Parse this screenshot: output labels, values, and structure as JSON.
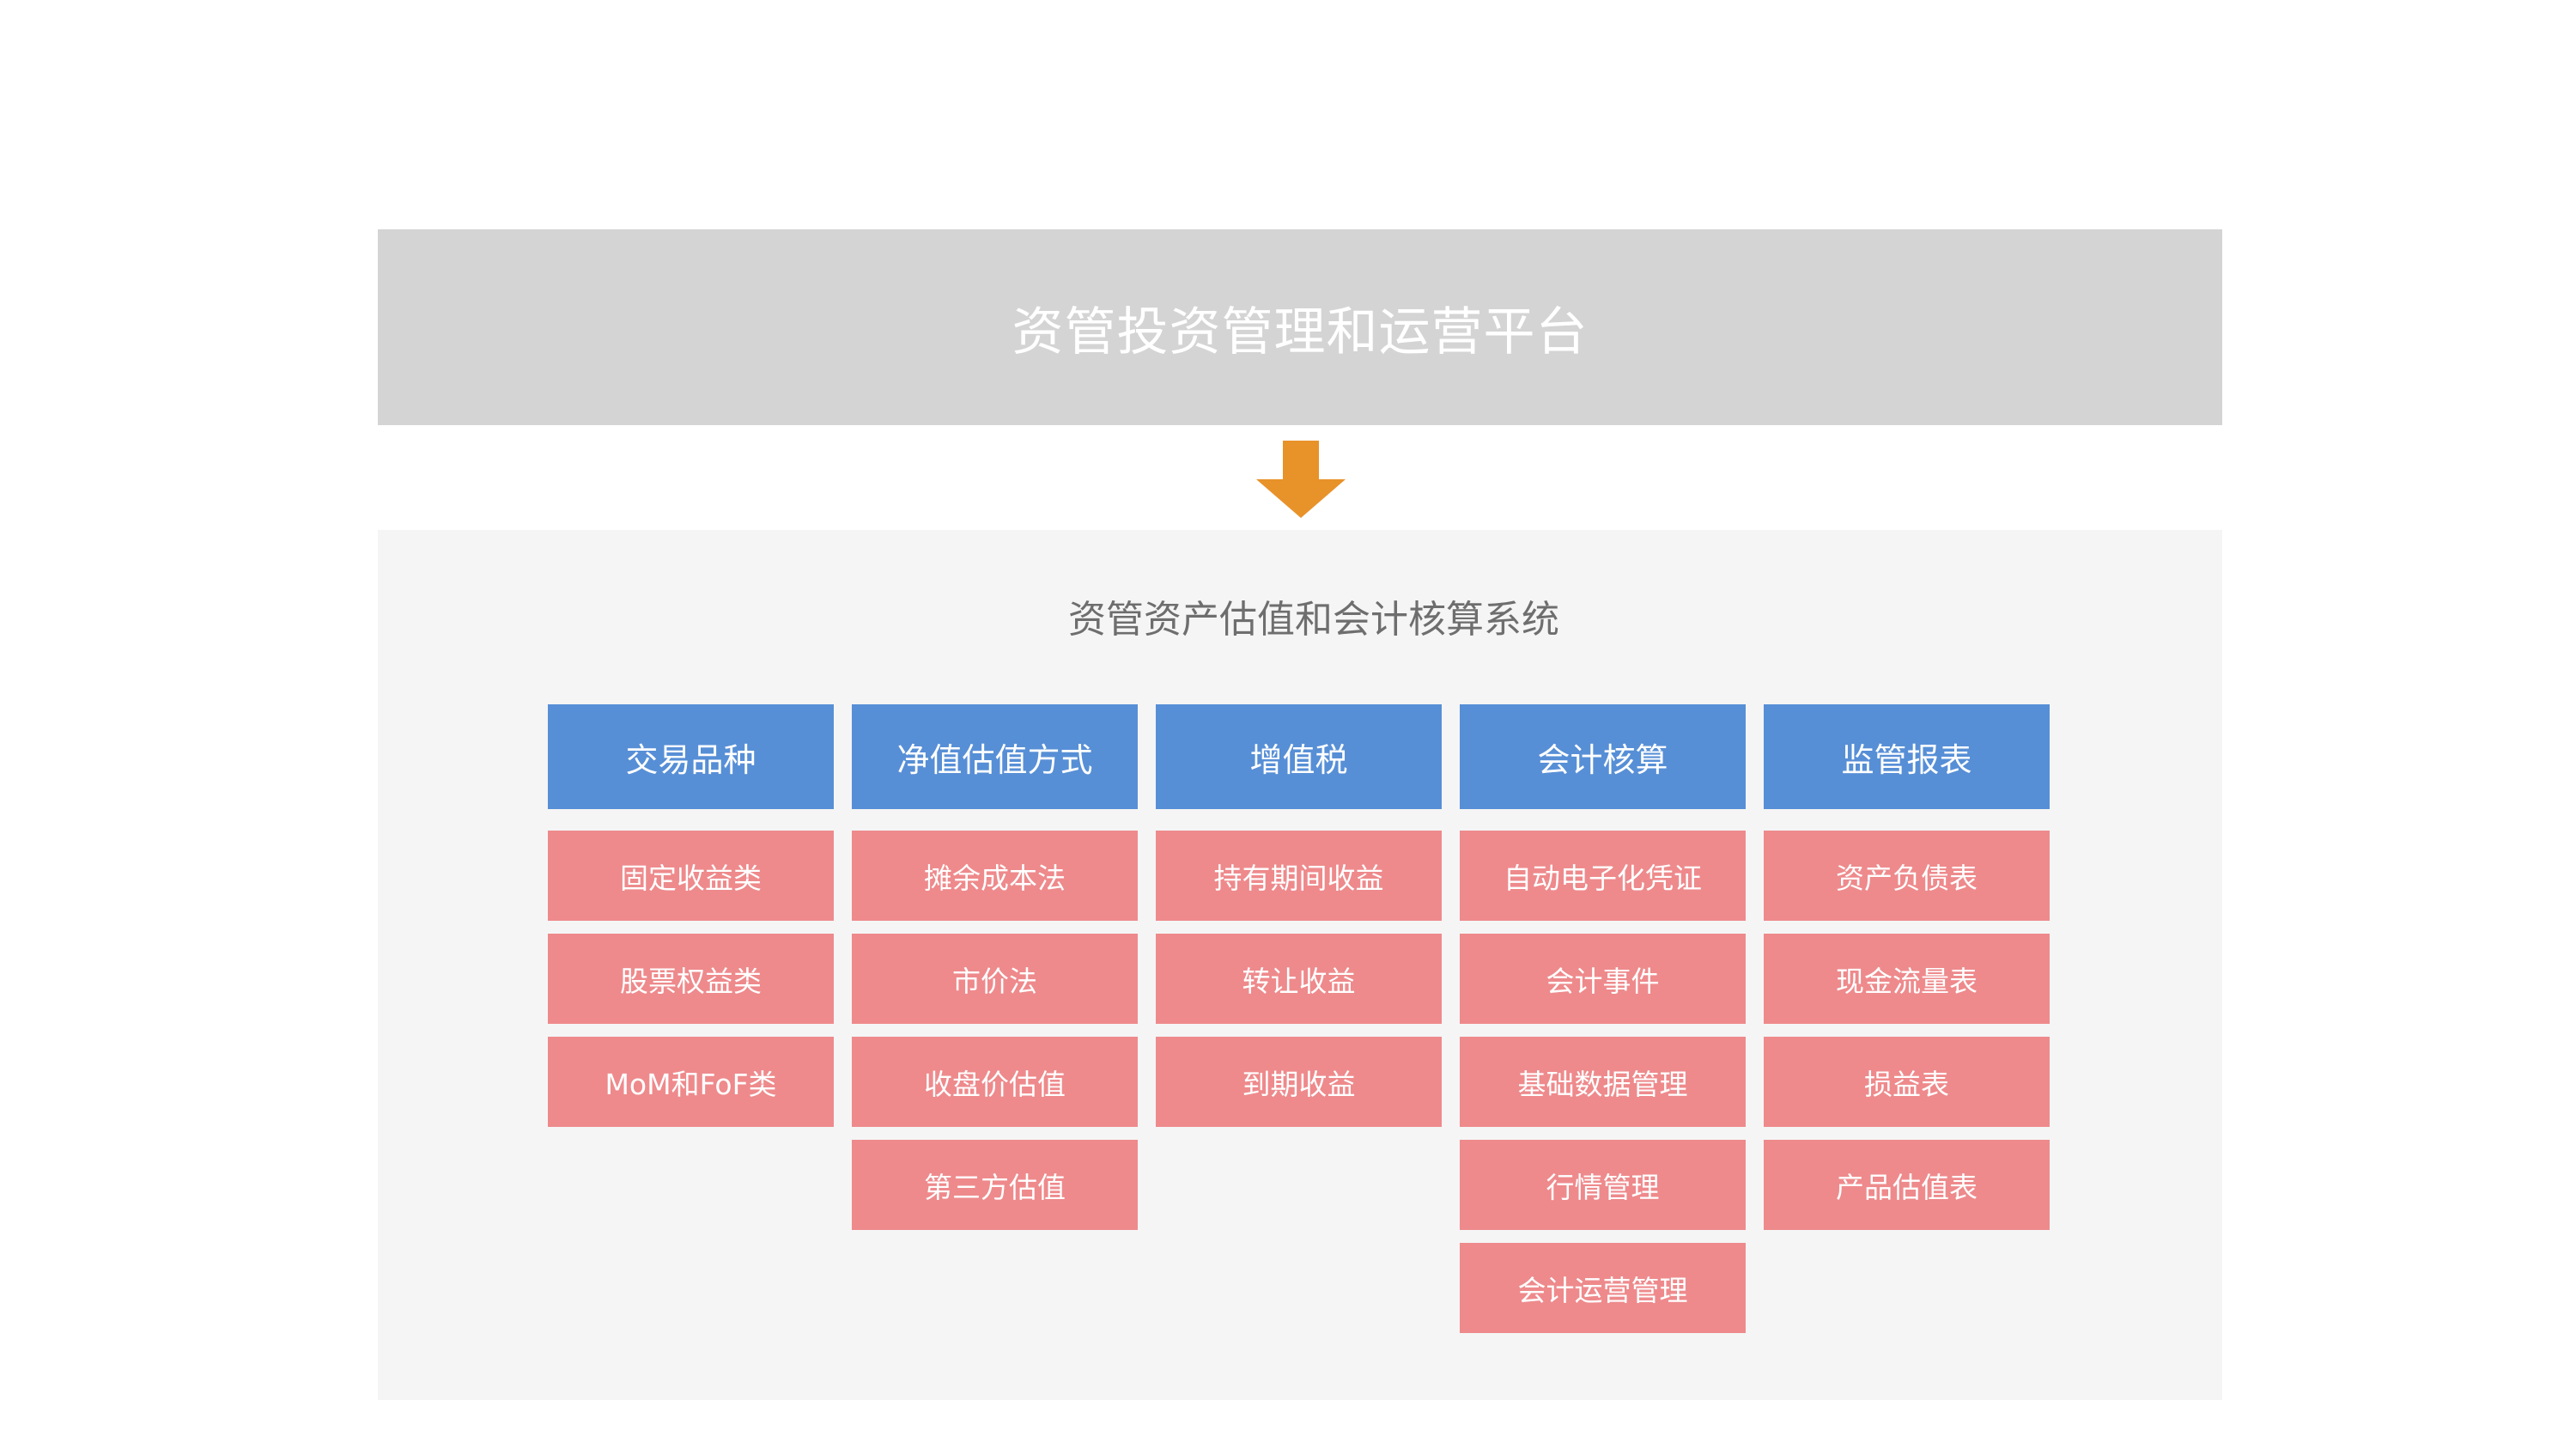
{
  "platform": {
    "title": "资管投资管理和运营平台"
  },
  "system": {
    "title": "资管资产估值和会计核算系统"
  },
  "colors": {
    "banner": "#d4d4d4",
    "arrow": "#e8922a",
    "panel": "#f5f5f5",
    "header": "#578fd6",
    "item": "#ee8a8c"
  },
  "columns": [
    {
      "header": "交易品种",
      "items": [
        "固定收益类",
        "股票权益类",
        "MoM和FoF类"
      ]
    },
    {
      "header": "净值估值方式",
      "items": [
        "摊余成本法",
        "市价法",
        "收盘价估值",
        "第三方估值"
      ]
    },
    {
      "header": "增值税",
      "items": [
        "持有期间收益",
        "转让收益",
        "到期收益"
      ]
    },
    {
      "header": "会计核算",
      "items": [
        "自动电子化凭证",
        "会计事件",
        "基础数据管理",
        "行情管理",
        "会计运营管理"
      ]
    },
    {
      "header": "监管报表",
      "items": [
        "资产负债表",
        "现金流量表",
        "损益表",
        "产品估值表"
      ]
    }
  ]
}
